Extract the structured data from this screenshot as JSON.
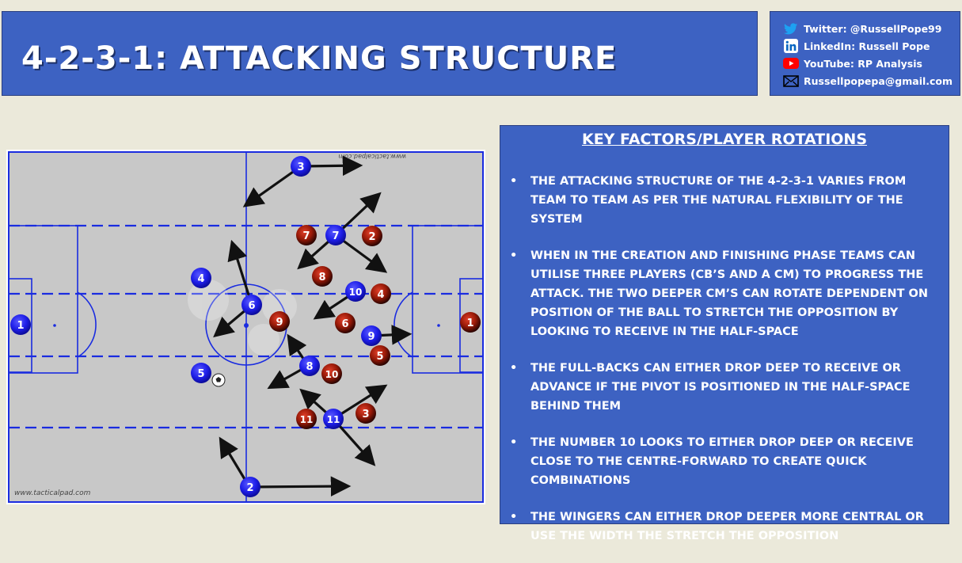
{
  "header": {
    "title": "4-2-3-1: ATTACKING STRUCTURE"
  },
  "social": [
    {
      "icon": "twitter-icon",
      "text": "Twitter: @RussellPope99",
      "color": "#1da1f2"
    },
    {
      "icon": "linkedin-icon",
      "text": "LinkedIn: Russell Pope",
      "color": "#0a66c2"
    },
    {
      "icon": "youtube-icon",
      "text": "YouTube: RP Analysis",
      "color": "#ff0000"
    },
    {
      "icon": "email-icon",
      "text": "Russellpopepa@gmail.com",
      "color": "#000000"
    }
  ],
  "pitch": {
    "watermark_top": "www.tacticalpad.com",
    "watermark_bottom": "www.tacticalpad.com",
    "blue_players": [
      "1",
      "2",
      "3",
      "4",
      "5",
      "6",
      "7",
      "8",
      "9",
      "10",
      "11"
    ],
    "red_players": [
      "1",
      "2",
      "3",
      "4",
      "5",
      "6",
      "7",
      "8",
      "9",
      "10",
      "11"
    ],
    "colors": {
      "blue_team": "#1e1ee8",
      "red_team": "#b0200c",
      "pitch": "#c8c8c8",
      "lines": "#1a2ce0"
    }
  },
  "panel": {
    "heading": "KEY FACTORS/PLAYER ROTATIONS",
    "bullets": [
      "The attacking structure of the 4-2-3-1 varies from team to team as per the natural flexibility of the system",
      "When in the creation and finishing phase teams can utilise three players (CB’s and a CM) to progress the attack. The two deeper CM’s can rotate dependent on position of the ball to stretch the opposition by looking to receive in the half-space",
      "The full-backs can either drop deep to receive or advance if the pivot is positioned in the half-space behind them",
      "The number 10 looks to either drop deep or receive close to the centre-forward to create quick combinations",
      "The wingers can either drop deeper more central or use the width the stretch the opposition"
    ]
  }
}
